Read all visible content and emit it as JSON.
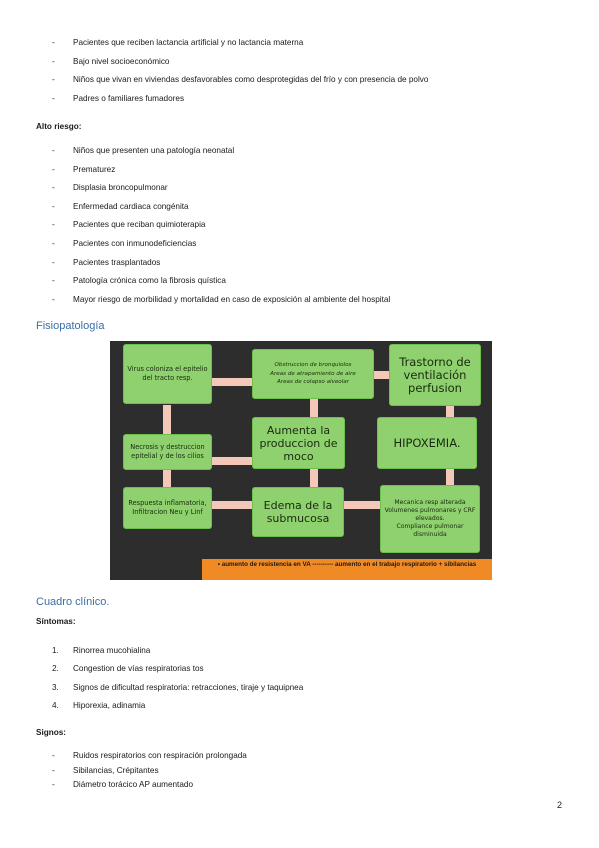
{
  "intro_list": [
    "Pacientes que reciben lactancia artificial y no lactancia materna",
    "Bajo nivel socioeconómico",
    "Niños que vivan en viviendas desfavorables como desprotegidas del frío y con presencia de polvo",
    "Padres o familiares fumadores"
  ],
  "alto_riesgo": {
    "label": "Alto riesgo:",
    "items": [
      "Niños que presenten una patología neonatal",
      "Prematurez",
      "Displasia broncopulmonar",
      "Enfermedad cardiaca congénita",
      "Pacientes que reciban quimioterapia",
      "Pacientes con inmunodeficiencias",
      "Pacientes trasplantados",
      "Patología crónica como la fibrosis quística",
      "Mayor riesgo de morbilidad y mortalidad en caso de exposición al ambiente del hospital"
    ]
  },
  "fisiopatologia": {
    "heading": "Fisiopatología",
    "boxes": {
      "virus": "Virus coloniza el epitelio del tracto resp.",
      "obstruccion": "Obstruccion de bronquiolos\nAreas de atrapamiento de aire\nAreas de colapso alveolar",
      "trastorno": "Trastorno de ventilación perfusion",
      "necrosis": "Necrosis y destruccion epitelial y de los cilios",
      "aumenta": "Aumenta la produccion de moco",
      "hipoxemia": "HIPOXEMIA.",
      "respuesta": "Respuesta inflamatoria, Infiltracion Neu y Linf",
      "edema": "Edema de la submucosa",
      "mecanica": "Mecanica resp alterada\nVolumenes pulmonares y CRF elevados.\nCompliance pulmonar disminuida"
    },
    "banner": "• aumento de resistencia en VA ---------- aumento en el trabajo respiratorio + sibilancias"
  },
  "cuadro_clinico": {
    "heading": "Cuadro clínico.",
    "sintomas_label": "Síntomas:",
    "sintomas": [
      {
        "n": "1.",
        "text": "Rinorrea mucohialina"
      },
      {
        "n": "2.",
        "text": "Congestion de vías respiratorias tos"
      },
      {
        "n": "3.",
        "text": "Signos de dificultad respiratoria: retracciones, tiraje y taquipnea"
      },
      {
        "n": "4.",
        "text": "Hiporexia, adinamia"
      }
    ],
    "signos_label": "Signos:",
    "signos": [
      "Ruidos respiratorios con respiración prolongada",
      "Sibilancias, Crépitantes",
      "Diámetro torácico AP aumentado"
    ]
  },
  "page_number": "2"
}
